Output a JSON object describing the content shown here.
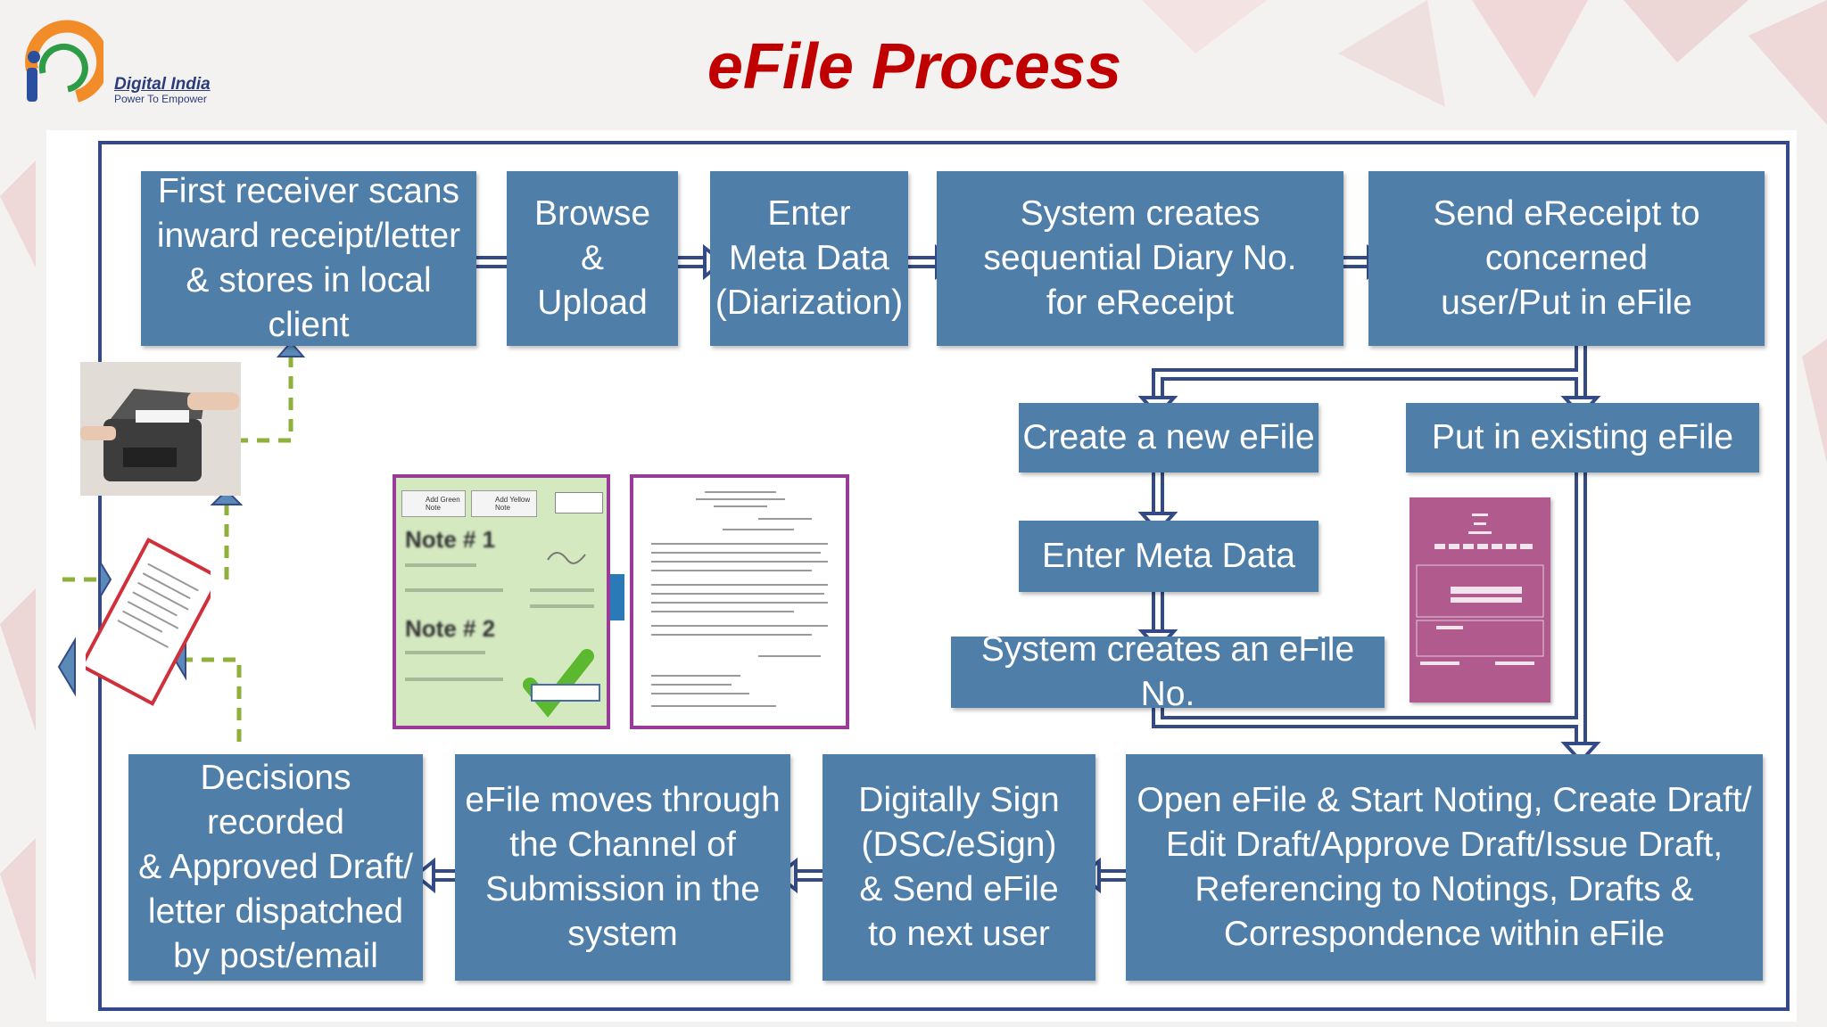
{
  "title": "eFile Process",
  "logo": {
    "name": "Digital India",
    "tagline": "Power To Empower"
  },
  "steps": {
    "scan": "First receiver scans\ninward receipt/letter\n& stores in local client",
    "upload": "Browse\n&\nUpload",
    "meta": "Enter\nMeta Data\n(Diarization)",
    "diary": "System creates\nsequential Diary No.\nfor eReceipt",
    "send": "Send eReceipt to\nconcerned\nuser/Put in eFile",
    "create_new": "Create a new eFile",
    "put_existing": "Put in existing eFile",
    "enter_meta": "Enter Meta Data",
    "efile_no": "System creates an eFile No.",
    "open": "Open eFile & Start Noting, Create Draft/\nEdit Draft/Approve Draft/Issue Draft,\nReferencing to Notings, Drafts &\nCorrespondence within eFile",
    "sign": "Digitally Sign\n(DSC/eSign)\n& Send eFile\nto next user",
    "moves": "eFile moves through\nthe Channel of\nSubmission in the\nsystem",
    "decisions": "Decisions recorded\n& Approved Draft/\nletter dispatched\nby post/email"
  },
  "note_panel": {
    "btn_green": "Add Green Note",
    "btn_yellow": "Add Yellow Note",
    "note1": "Note # 1",
    "note2": "Note # 2"
  },
  "colors": {
    "box": "#4f7ea8",
    "connector": "#334a86",
    "title": "#c00000",
    "dashed": "#8fb03a"
  }
}
